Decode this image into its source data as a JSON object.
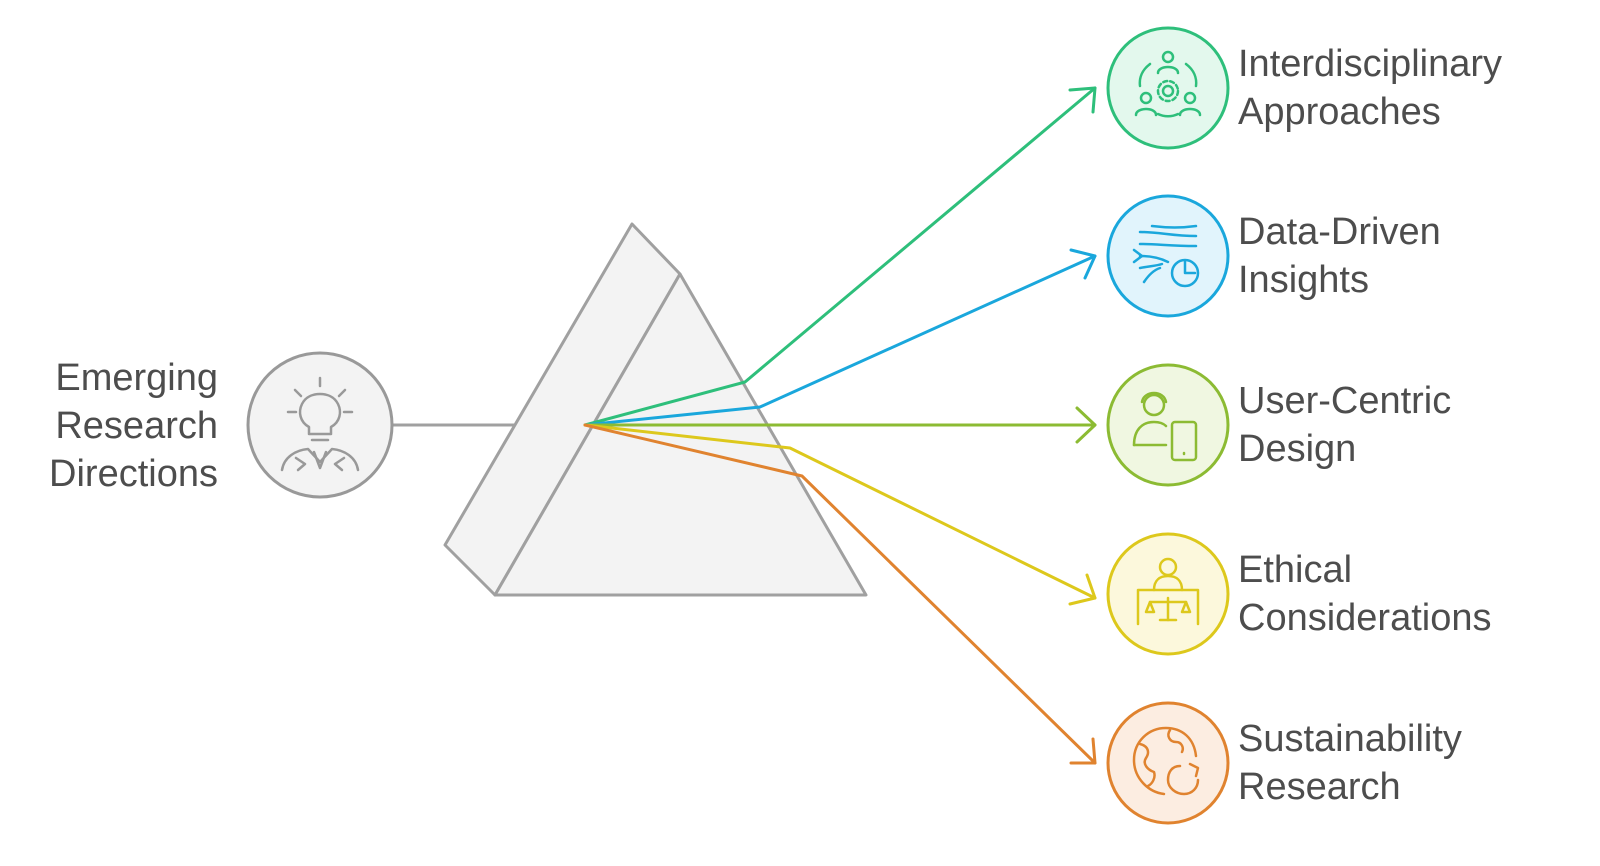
{
  "source": {
    "lines": [
      "Emerging",
      "Research",
      "Directions"
    ],
    "icon": "lightbulb-person-icon",
    "color": "#999999"
  },
  "prism": {
    "fill": "#f3f3f3",
    "stroke": "#a0a0a0"
  },
  "outputs": [
    {
      "lines": [
        "Interdisciplinary",
        "Approaches"
      ],
      "icon": "team-collaboration-icon",
      "color": "#2ebf7b",
      "fill": "#e3f8ed"
    },
    {
      "lines": [
        "Data-Driven",
        "Insights"
      ],
      "icon": "data-flow-chart-icon",
      "color": "#1aa7dc",
      "fill": "#e1f4fc"
    },
    {
      "lines": [
        "User-Centric",
        "Design"
      ],
      "icon": "user-device-icon",
      "color": "#8cbb33",
      "fill": "#f0f7e1"
    },
    {
      "lines": [
        "Ethical",
        "Considerations"
      ],
      "icon": "justice-scale-icon",
      "color": "#ddc81c",
      "fill": "#fcf8dc"
    },
    {
      "lines": [
        "Sustainability",
        "Research"
      ],
      "icon": "globe-recycle-icon",
      "color": "#e0832f",
      "fill": "#fcede1"
    }
  ]
}
